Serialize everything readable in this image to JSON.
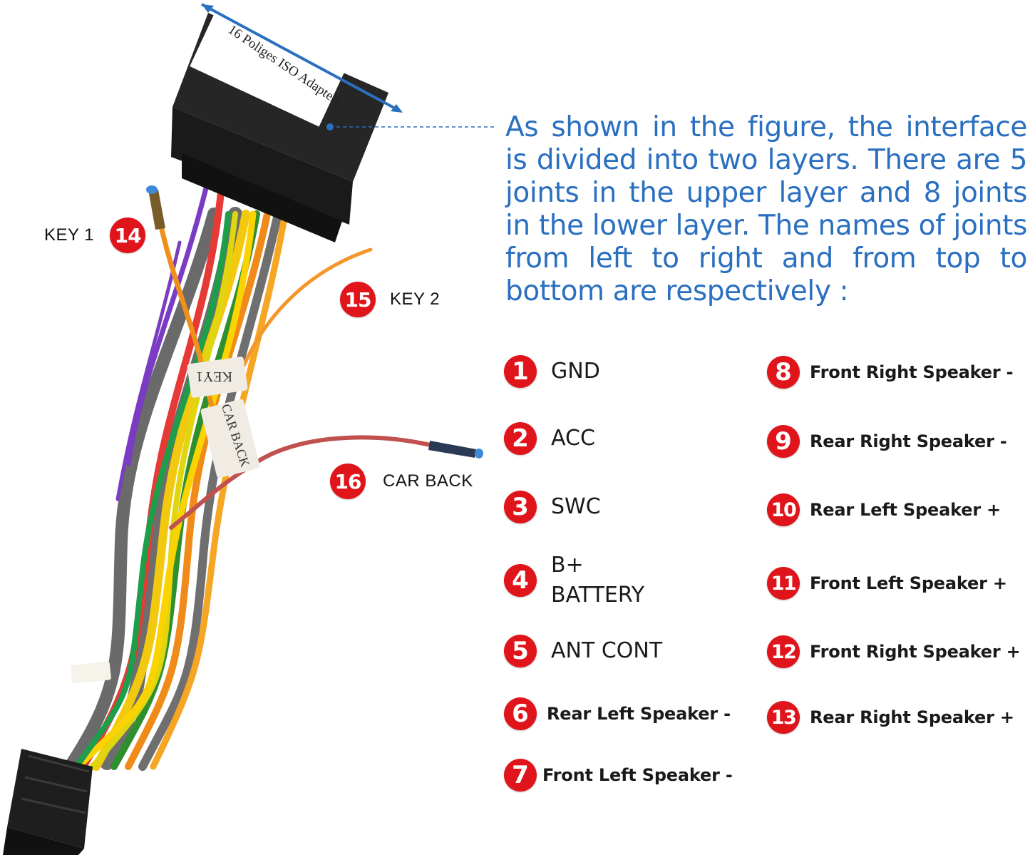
{
  "connector_label": "16 Poliges ISO Adapterkabel",
  "description": "As shown in the figure, the interface is divided into two layers. There are 5 joints in the upper layer and 8 joints in the lower layer. The names of joints from left to right and from top to bottom are respectively :",
  "wire_tags": {
    "key1_tag": "KEY1",
    "carback_tag": "CAR BACK"
  },
  "wire_labels": [
    {
      "num": "14",
      "text": "KEY 1"
    },
    {
      "num": "15",
      "text": "KEY 2"
    },
    {
      "num": "16",
      "text": "CAR BACK"
    }
  ],
  "legend_left": [
    {
      "num": "1",
      "text": "GND"
    },
    {
      "num": "2",
      "text": "ACC"
    },
    {
      "num": "3",
      "text": "SWC"
    },
    {
      "num": "4",
      "line1": "B+",
      "line2": "BATTERY"
    },
    {
      "num": "5",
      "text": "ANT CONT"
    },
    {
      "num": "6",
      "text": "Rear Left Speaker -"
    },
    {
      "num": "7",
      "text": "Front Left Speaker -"
    }
  ],
  "legend_right": [
    {
      "num": "8",
      "text": "Front Right Speaker -"
    },
    {
      "num": "9",
      "text": "Rear Right Speaker -"
    },
    {
      "num": "10",
      "text": "Rear Left Speaker +"
    },
    {
      "num": "11",
      "text": "Front Left Speaker +"
    },
    {
      "num": "12",
      "text": "Front Right Speaker +"
    },
    {
      "num": "13",
      "text": "Rear Right Speaker +"
    }
  ],
  "colors": {
    "accent_blue": "#2a6fc0",
    "badge_red": "#e0141b",
    "connector_black": "#1d1d1d"
  }
}
